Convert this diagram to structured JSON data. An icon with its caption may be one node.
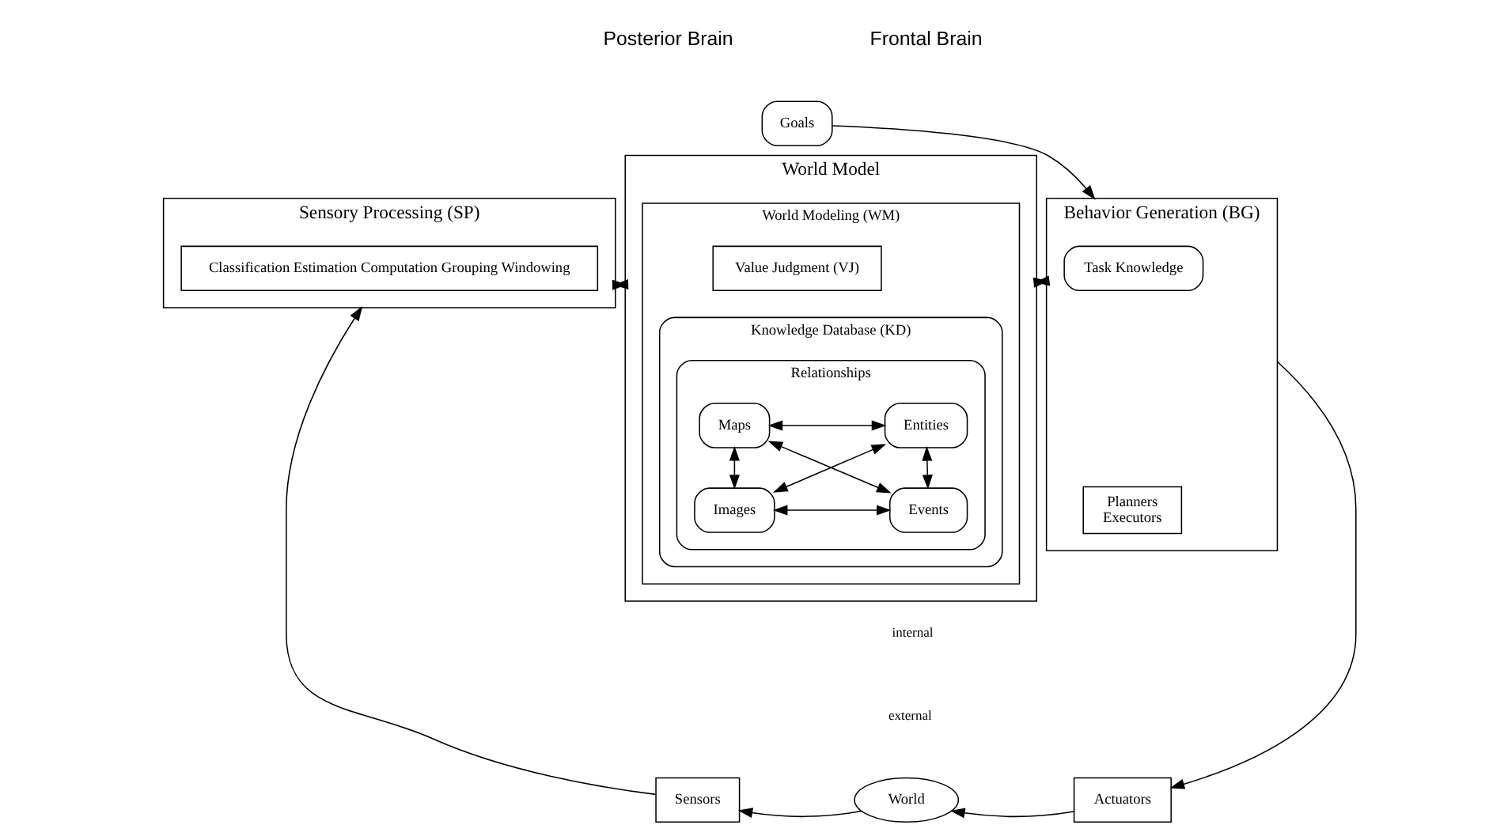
{
  "diagram": {
    "nodes": [
      {
        "text": [
          "Sensory Processing (SP)"
        ]
      },
      {
        "text": [
          "Classification Estimation Computation Grouping Windowing"
        ],
        "in": 0
      },
      {
        "text": [
          "World Model"
        ]
      },
      {
        "text": [
          "World Modeling (WM)"
        ],
        "in": 2
      },
      {
        "text": [
          "Value Judgment (VJ)"
        ],
        "in": 3
      },
      {
        "text": [
          "Knowledge Database (KD)"
        ],
        "in": 3
      },
      {
        "text": [
          "Relationships"
        ],
        "in": 5
      },
      {
        "text": [
          "Maps"
        ],
        "in": 6
      },
      {
        "text": [
          "Entities"
        ],
        "in": 6
      },
      {
        "text": [
          "Images"
        ],
        "in": 6
      },
      {
        "text": [
          "Events"
        ],
        "in": 6
      },
      {
        "text": [
          "Goals"
        ]
      },
      {
        "text": [
          "Behavior Generation (BG)"
        ]
      },
      {
        "text": [
          "Task Knowledge"
        ],
        "in": 12
      },
      {
        "text": [
          "Planners",
          "Executors"
        ],
        "in": 12
      },
      {
        "text": [
          "Sensors"
        ]
      },
      {
        "text": [
          "World"
        ]
      },
      {
        "text": [
          "Actuators"
        ]
      }
    ],
    "edges": [
      {
        "from": 0,
        "to": 2,
        "arrow": "both"
      },
      {
        "from": 2,
        "to": 12,
        "arrow": "both"
      },
      {
        "from": 11,
        "to": 12,
        "arrow": "to"
      },
      {
        "from": 12,
        "to": 17,
        "arrow": "to"
      },
      {
        "from": 17,
        "to": 16,
        "arrow": "to"
      },
      {
        "from": 16,
        "to": 15,
        "arrow": "to"
      },
      {
        "from": 15,
        "to": 0,
        "arrow": "to"
      },
      {
        "from": 7,
        "to": 8,
        "arrow": "both"
      },
      {
        "from": 7,
        "to": 9,
        "arrow": "both"
      },
      {
        "from": 7,
        "to": 10,
        "arrow": "both"
      },
      {
        "from": 8,
        "to": 9,
        "arrow": "both"
      },
      {
        "from": 8,
        "to": 10,
        "arrow": "both"
      },
      {
        "from": 9,
        "to": 10,
        "arrow": "both"
      }
    ],
    "labels": [
      "Posterior Brain",
      "Frontal Brain",
      "internal",
      "external"
    ]
  }
}
